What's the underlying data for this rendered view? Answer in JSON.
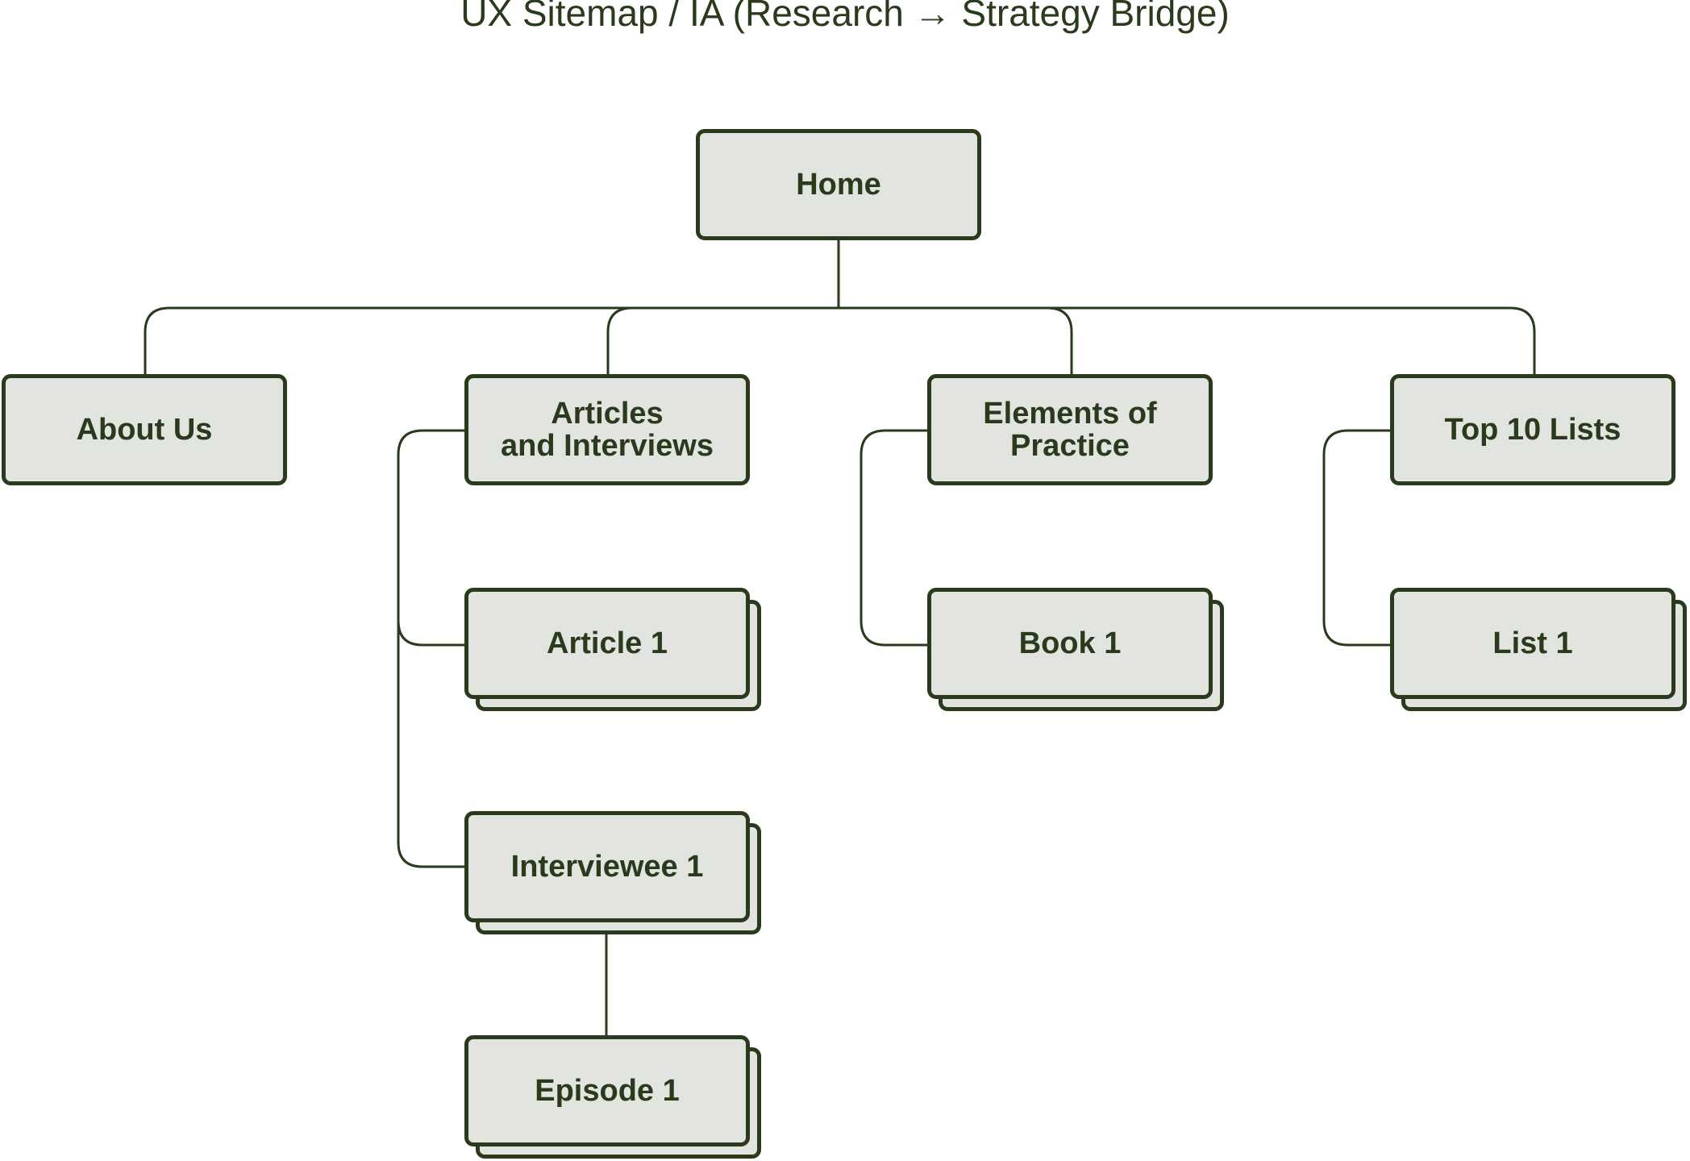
{
  "title": "UX Sitemap / IA (Research → Strategy Bridge)",
  "colors": {
    "ink": "#2a3a1c",
    "node_fill": "#e1e4df",
    "background": "#ffffff"
  },
  "nodes": {
    "home": "Home",
    "about_us": "About Us",
    "articles_interviews": "Articles\nand Interviews",
    "elements_of_practice": "Elements of\nPractice",
    "top_10_lists": "Top 10 Lists",
    "article_1": "Article 1",
    "interviewee_1": "Interviewee 1",
    "episode_1": "Episode 1",
    "book_1": "Book 1",
    "list_1": "List 1"
  }
}
